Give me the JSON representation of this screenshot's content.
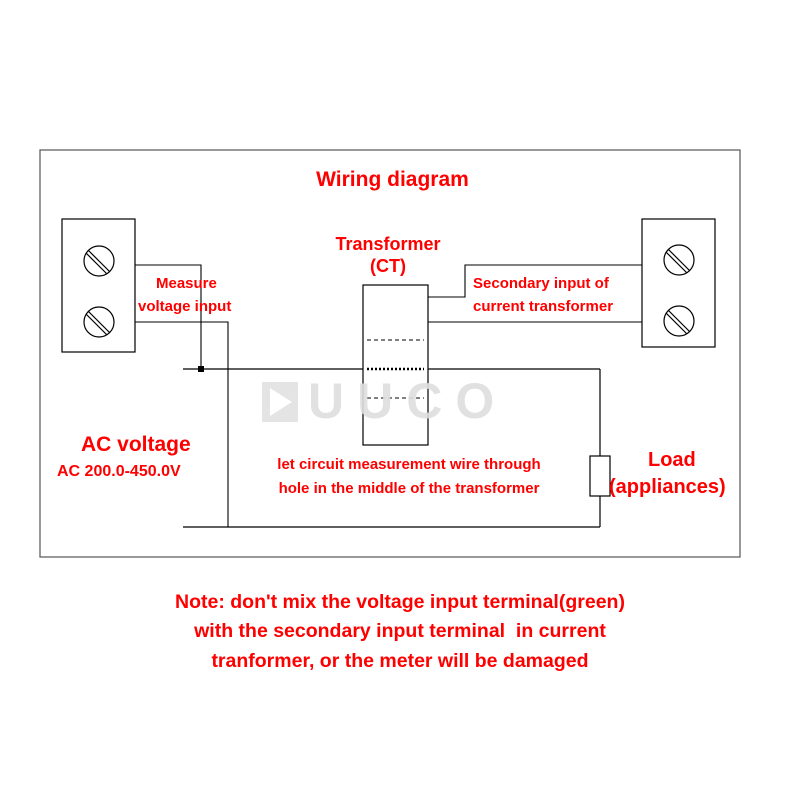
{
  "diagram": {
    "title": "Wiring diagram",
    "transformer_label": "Transformer",
    "transformer_sublabel": "(CT)",
    "measure_label_line1": "Measure",
    "measure_label_line2": "voltage input",
    "secondary_label_line1": "Secondary input of",
    "secondary_label_line2": "current transformer",
    "ac_voltage_label": "AC voltage",
    "ac_range_label": "AC 200.0-450.0V",
    "circuit_note_line1": "let circuit measurement wire through",
    "circuit_note_line2": "hole in the middle of the transformer",
    "load_label": "Load",
    "appliances_label": "(appliances)",
    "watermark": "UUCO",
    "text_color": "#ff0000",
    "line_color": "#000000"
  },
  "note": {
    "line1": "Note: don't mix the voltage input terminal(green)",
    "line2": "with the secondary input terminal  in current",
    "line3": "tranformer, or the meter will be damaged"
  }
}
